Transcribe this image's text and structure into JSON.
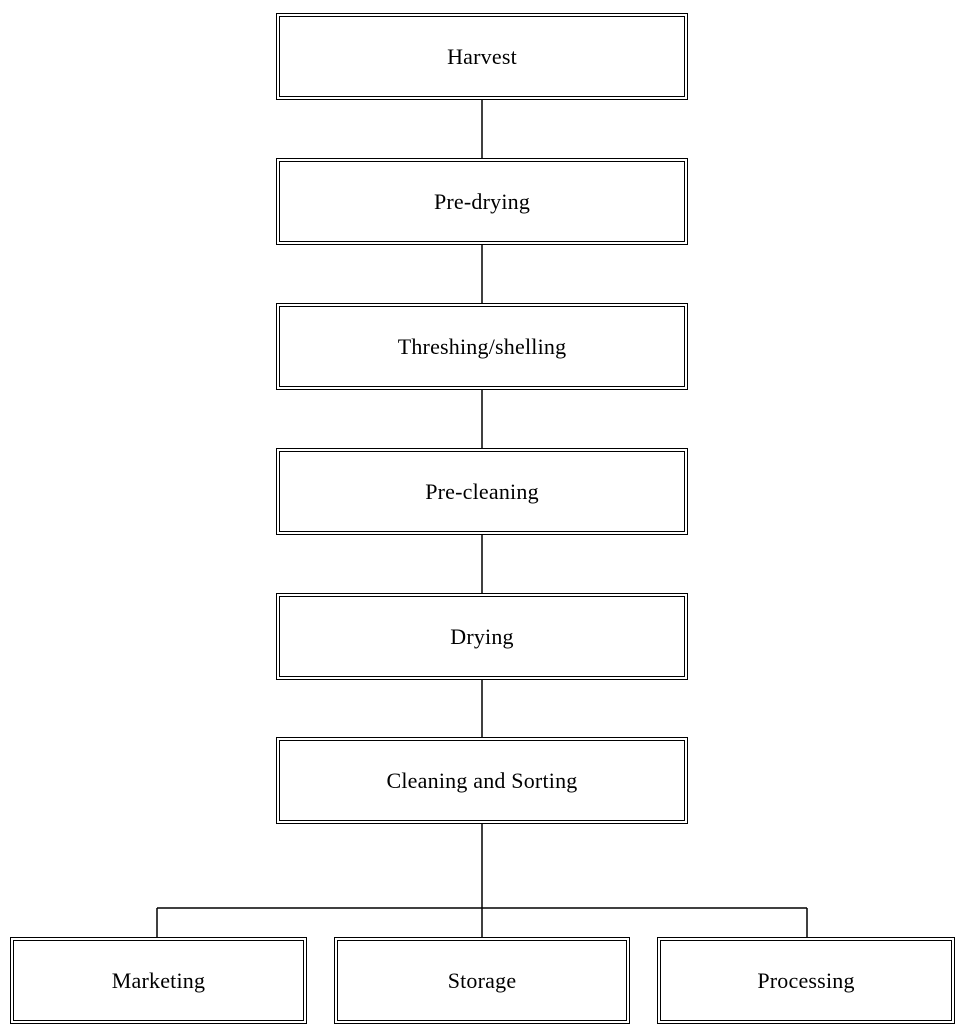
{
  "flowchart": {
    "steps": [
      "Harvest",
      "Pre-drying",
      "Threshing/shelling",
      "Pre-cleaning",
      "Drying",
      "Cleaning and Sorting"
    ],
    "outcomes": [
      "Marketing",
      "Storage",
      "Processing"
    ]
  }
}
